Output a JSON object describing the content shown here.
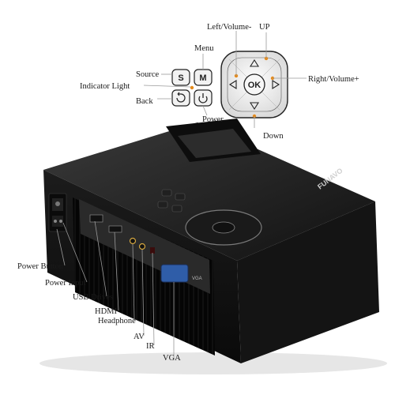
{
  "labels": {
    "menu": "Menu",
    "left_volume": "Left/Volume-",
    "up": "UP",
    "source": "Source",
    "indicator_light": "Indicator Light",
    "back": "Back",
    "right_volume": "Right/Volume+",
    "power": "Power",
    "down": "Down",
    "power_button": "Power Button",
    "power_input": "Power Input",
    "usb_drives": "USB Drives",
    "hdmi": "HDMI",
    "headphone": "Headphone",
    "av": "AV",
    "ir": "IR",
    "vga": "VGA"
  },
  "keys": {
    "source": "S",
    "menu": "M",
    "ok": "OK"
  },
  "device": {
    "brand": "FUNAVO",
    "port_label_vga": "VGA"
  },
  "colors": {
    "body": "#151515",
    "panel": "#2a2a2a",
    "indicator": "#e58a1a",
    "vga_port": "#2f5da8"
  }
}
